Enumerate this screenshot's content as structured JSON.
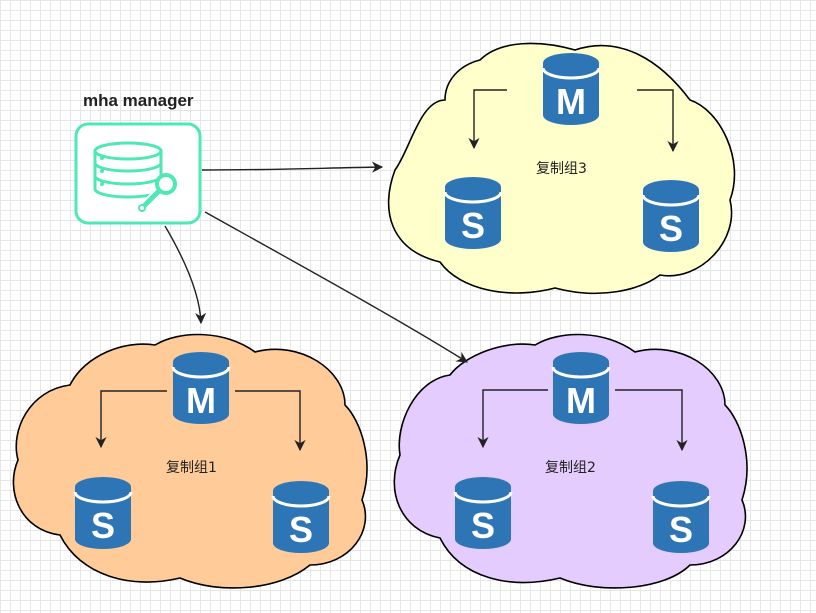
{
  "manager": {
    "title": "mha manager",
    "icon": "database-wrench-icon",
    "accent_color": "#4de8b4"
  },
  "groups": [
    {
      "id": "group1",
      "label": "复制组1",
      "fill": "#ffcc99",
      "master_letter": "M",
      "slave_letter": "S"
    },
    {
      "id": "group2",
      "label": "复制组2",
      "fill": "#e5ccff",
      "master_letter": "M",
      "slave_letter": "S"
    },
    {
      "id": "group3",
      "label": "复制组3",
      "fill": "#ffffcc",
      "master_letter": "M",
      "slave_letter": "S"
    }
  ],
  "colors": {
    "db_blue": "#2e75b6",
    "line": "#222222",
    "cloud_stroke": "#000000"
  }
}
